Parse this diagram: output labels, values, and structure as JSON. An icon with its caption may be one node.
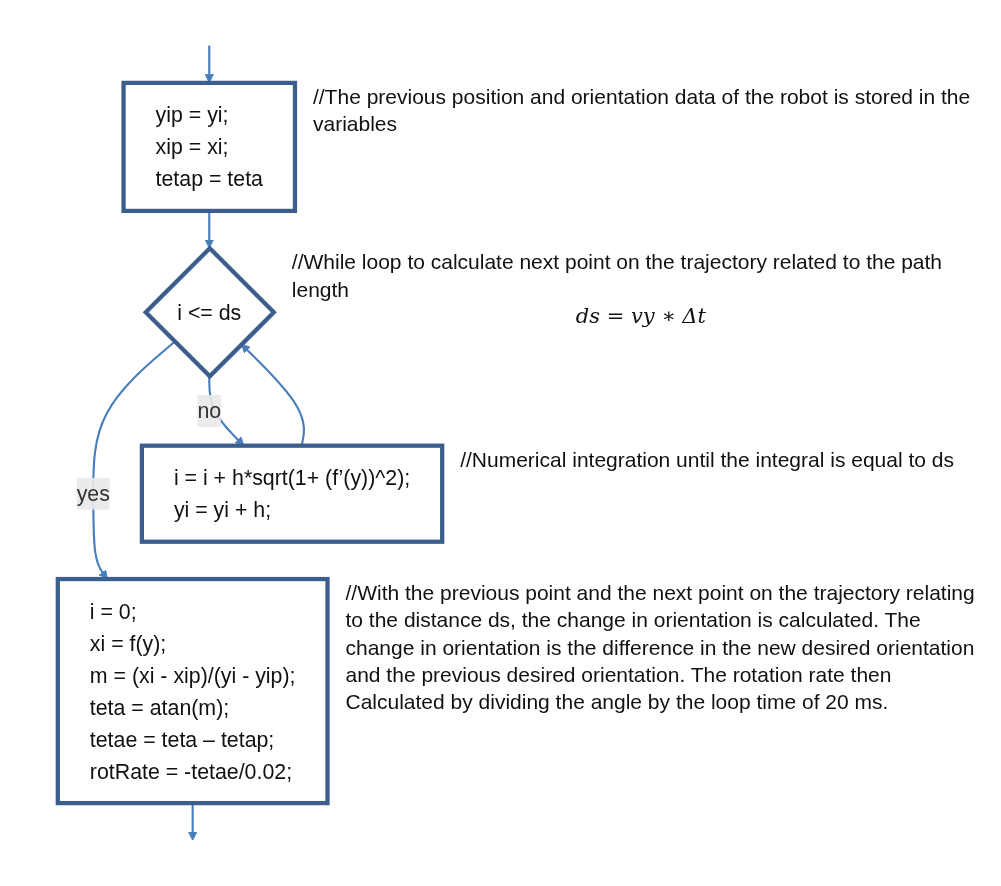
{
  "diagram": {
    "nodes": [
      {
        "text": [
          "yip = yi;",
          "xip = xi;",
          "tetap = teta"
        ],
        "beside": [
          "//The previous position and orientation data of the robot is stored in the variables"
        ]
      },
      {
        "text": [
          "i <= ds"
        ],
        "beside": [
          "//While loop to calculate next point on the trajectory related to the path length",
          "ds = vy ∗ Δt"
        ]
      },
      {
        "text": [
          "i = i + h*sqrt(1+ (f’(y))^2);",
          "yi = yi + h;"
        ],
        "beside": [
          "//Numerical integration until the integral is equal to ds"
        ]
      },
      {
        "text": [
          "i = 0;",
          "xi = f(y);",
          "m = (xi - xip)/(yi - yip);",
          "teta = atan(m);",
          "tetae = teta – tetap;",
          "rotRate = -tetae/0.02;"
        ],
        "beside": [
          "//With the previous point and the next point on the trajectory relating to the distance ds, the change in orientation is calculated. The change in orientation is the difference in the new desired orientation and the previous desired orientation. The rotation rate then Calculated by dividing the angle by the loop time of 20 ms."
        ]
      }
    ],
    "edges": [
      {
        "from": null,
        "to": 0,
        "arrow": "to"
      },
      {
        "from": 0,
        "to": 1,
        "arrow": "to"
      },
      {
        "from": 1,
        "to": 2,
        "arrow": "to",
        "label": "no"
      },
      {
        "from": 2,
        "to": 1,
        "arrow": "to"
      },
      {
        "from": 1,
        "to": 3,
        "arrow": "to",
        "label": "yes"
      },
      {
        "from": 3,
        "to": null,
        "arrow": "to"
      }
    ]
  }
}
